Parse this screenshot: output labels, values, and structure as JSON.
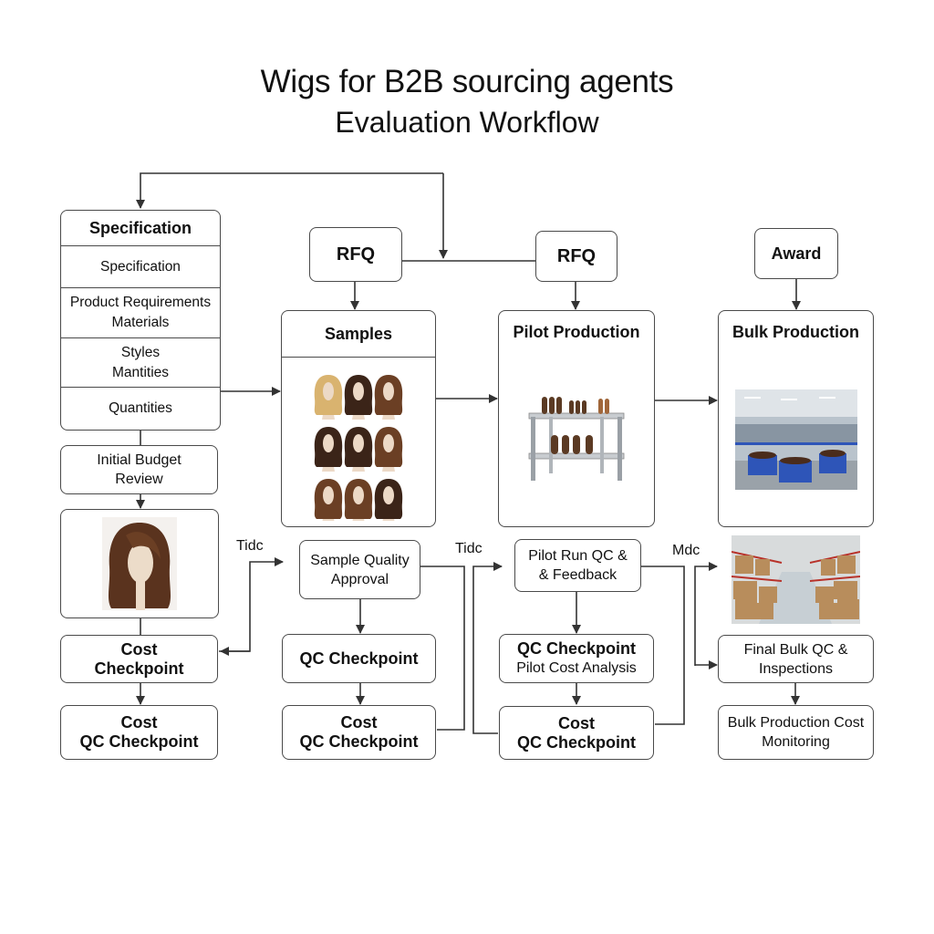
{
  "title": {
    "line1": "Wigs for B2B sourcing agents",
    "line2": "Evaluation Workflow"
  },
  "colors": {
    "line": "#333333",
    "border": "#4a4a4a",
    "background": "#ffffff",
    "hair_dark": "#3b2418",
    "hair_brown": "#6b3f24",
    "hair_blonde": "#d9b36f",
    "mannequin": "#ecd9c6",
    "bin_blue": "#2e55b8",
    "carton": "#b88d5c",
    "rack_red": "#b8322a"
  },
  "column1": {
    "spec_table": {
      "header": "Specification",
      "rows": [
        [
          "Specification"
        ],
        [
          "Product Requirements",
          "Materials"
        ],
        [
          "Styles",
          "Mantities"
        ],
        [
          "Quantities"
        ]
      ]
    },
    "budget_review": "Initial Budget Review",
    "image_alt": "wig-on-mannequin-photo",
    "cost_checkpoint": [
      "Cost",
      "Checkpoint"
    ],
    "cost_qc_checkpoint": [
      "Cost",
      "QC Checkpoint"
    ]
  },
  "column2": {
    "rfq": "RFQ",
    "panel_title": "Samples",
    "image_alt": "wig-samples-grid-photo",
    "approval": [
      "Sample Quality",
      "Approval"
    ],
    "qc_checkpoint": "QC Checkpoint",
    "cost_qc_checkpoint": [
      "Cost",
      "QC Checkpoint"
    ]
  },
  "column3": {
    "rfq": "RFQ",
    "panel_title": "Pilot Production",
    "image_alt": "pilot-production-rack-photo",
    "pilot_qc": [
      "Pilot Run QC &",
      "& Feedback"
    ],
    "qc_checkpoint": [
      "QC Checkpoint",
      "Pilot Cost Analysis"
    ],
    "cost_qc_checkpoint": [
      "Cost",
      "QC Checkpoint"
    ]
  },
  "column4": {
    "award": "Award",
    "panel_title": "Bulk Production",
    "image_alt": "bulk-production-factory-photo",
    "warehouse_alt": "warehouse-photo",
    "final_qc": [
      "Final Bulk QC &",
      "Inspections"
    ],
    "cost_monitoring": [
      "Bulk Production Cost",
      "Monitoring"
    ]
  },
  "edge_labels": {
    "tidc_1": "Tidc",
    "tidc_2": "Tidc",
    "mdc": "Mdc"
  }
}
